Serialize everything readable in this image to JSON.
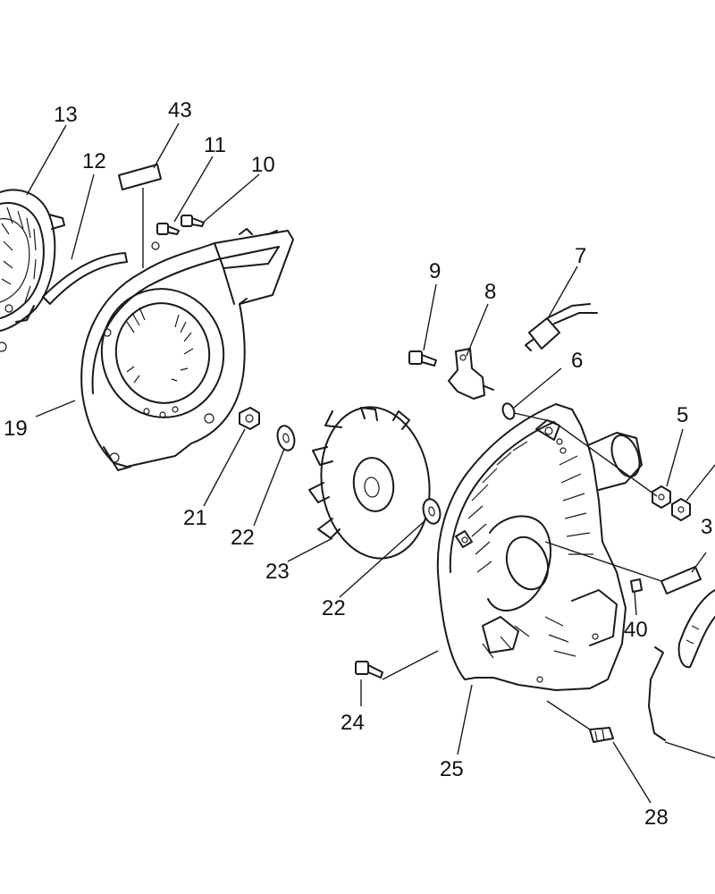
{
  "callouts": [
    {
      "id": "13",
      "text": "13"
    },
    {
      "id": "43",
      "text": "43"
    },
    {
      "id": "11",
      "text": "11"
    },
    {
      "id": "12",
      "text": "12"
    },
    {
      "id": "10",
      "text": "10"
    },
    {
      "id": "7",
      "text": "7"
    },
    {
      "id": "9",
      "text": "9"
    },
    {
      "id": "8",
      "text": "8"
    },
    {
      "id": "6",
      "text": "6"
    },
    {
      "id": "5",
      "text": "5"
    },
    {
      "id": "3",
      "text": "3"
    },
    {
      "id": "19",
      "text": "19"
    },
    {
      "id": "21",
      "text": "21"
    },
    {
      "id": "22a",
      "text": "22"
    },
    {
      "id": "23",
      "text": "23"
    },
    {
      "id": "22b",
      "text": "22"
    },
    {
      "id": "40",
      "text": "40"
    },
    {
      "id": "24",
      "text": "24"
    },
    {
      "id": "25",
      "text": "25"
    },
    {
      "id": "28",
      "text": "28"
    }
  ]
}
